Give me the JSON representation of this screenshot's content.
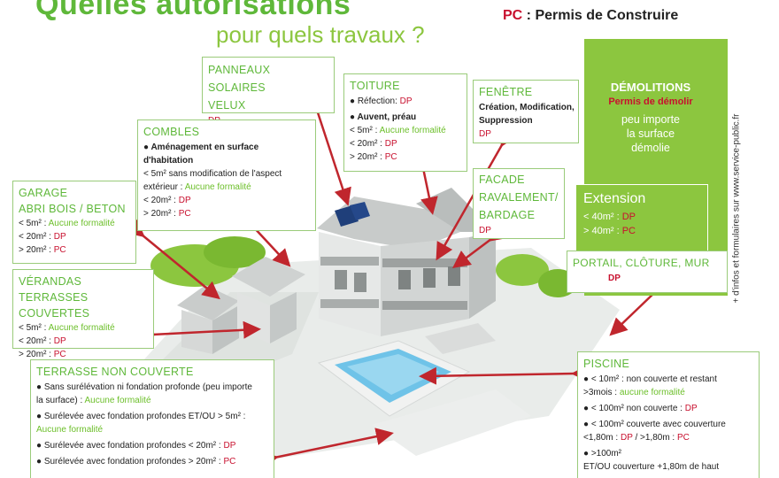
{
  "header": {
    "title_line1": "Quelles autorisations",
    "title_line2": "pour quels travaux ?",
    "legend_abbr": "PC",
    "legend_sep": " : ",
    "legend_text": "Permis de Construire"
  },
  "side_note": "+ d'infos et formulaires sur www.service-public.fr",
  "demolitions": {
    "title": "DÉMOLITIONS",
    "sub": "Permis de démolir",
    "line1": "peu importe",
    "line2": "la surface",
    "line3": "démolie"
  },
  "extension": {
    "title": "Extension",
    "l1_text": "< 40m² : ",
    "l1_val": "DP",
    "l2_text": "> 40m² : ",
    "l2_val": "PC"
  },
  "portail": {
    "title": "PORTAIL, CLÔTURE, MUR",
    "val": "DP"
  },
  "panneaux": {
    "title1": "PANNEAUX SOLAIRES",
    "title2": "VELUX",
    "val": "DP"
  },
  "toiture": {
    "title": "TOITURE",
    "l1_text": "Réfection: ",
    "l1_val": "DP",
    "l2_text": "Auvent, préau",
    "l3_text": "< 5m² : ",
    "l3_val": "Aucune formalité",
    "l4_text": "< 20m² : ",
    "l4_val": "DP",
    "l5_text": "> 20m² : ",
    "l5_val": "PC"
  },
  "fenetre": {
    "title": "FENÊTRE",
    "l1": "Création, Modification,",
    "l2": "Suppression",
    "val": "DP"
  },
  "facade": {
    "title1": "FACADE",
    "title2": "RAVALEMENT/",
    "title3": "BARDAGE",
    "val": "DP"
  },
  "combles": {
    "title": "COMBLES",
    "l1": "Aménagement en surface",
    "l2": "d'habitation",
    "l3": "< 5m² sans modification de l'aspect",
    "l4_text": "extérieur : ",
    "l4_val": "Aucune formalité",
    "l5_text": "< 20m² : ",
    "l5_val": "DP",
    "l6_text": "> 20m² : ",
    "l6_val": "PC"
  },
  "garage": {
    "title1": "GARAGE",
    "title2": "ABRI BOIS / BETON",
    "l1_text": "< 5m² : ",
    "l1_val": "Aucune formalité",
    "l2_text": "< 20m² : ",
    "l2_val": "DP",
    "l3_text": "> 20m² : ",
    "l3_val": "PC"
  },
  "verandas": {
    "title1": "VÉRANDAS",
    "title2": "TERRASSES COUVERTES",
    "l1_text": "< 5m² : ",
    "l1_val": "Aucune formalité",
    "l2_text": "< 20m² : ",
    "l2_val": "DP",
    "l3_text": "> 20m² : ",
    "l3_val": "PC"
  },
  "terrasse": {
    "title": "TERRASSE NON COUVERTE",
    "l1": "Sans surélévation ni fondation profonde (peu importe",
    "l2_text": "la surface) : ",
    "l2_val": "Aucune formalité",
    "l3": "Surélevée avec fondation profondes ET/OU > 5m² :",
    "l4_val": "Aucune formalité",
    "l5_text": "Surélevée avec fondation profondes < 20m² : ",
    "l5_val": "DP",
    "l6_text": "Surélevée avec fondation profondes > 20m² : ",
    "l6_val": "PC"
  },
  "piscine": {
    "title": "PISCINE",
    "l1": "< 10m² : non couverte et restant",
    "l2_text": ">3mois : ",
    "l2_val": "aucune formalité",
    "l3_text": "< 100m² non couverte : ",
    "l3_val": "DP",
    "l4": "< 100m² couverte avec couverture",
    "l5_text": "<1,80m : ",
    "l5_val": "DP",
    "l5_mid": " / >1,80m : ",
    "l5_val2": "PC",
    "l6": ">100m²",
    "l7": "ET/OU couverture +1,80m de haut"
  },
  "colors": {
    "green": "#8cc63f",
    "title_green": "#5fb83a",
    "red": "#c8102e",
    "arrow": "#c0262d"
  }
}
